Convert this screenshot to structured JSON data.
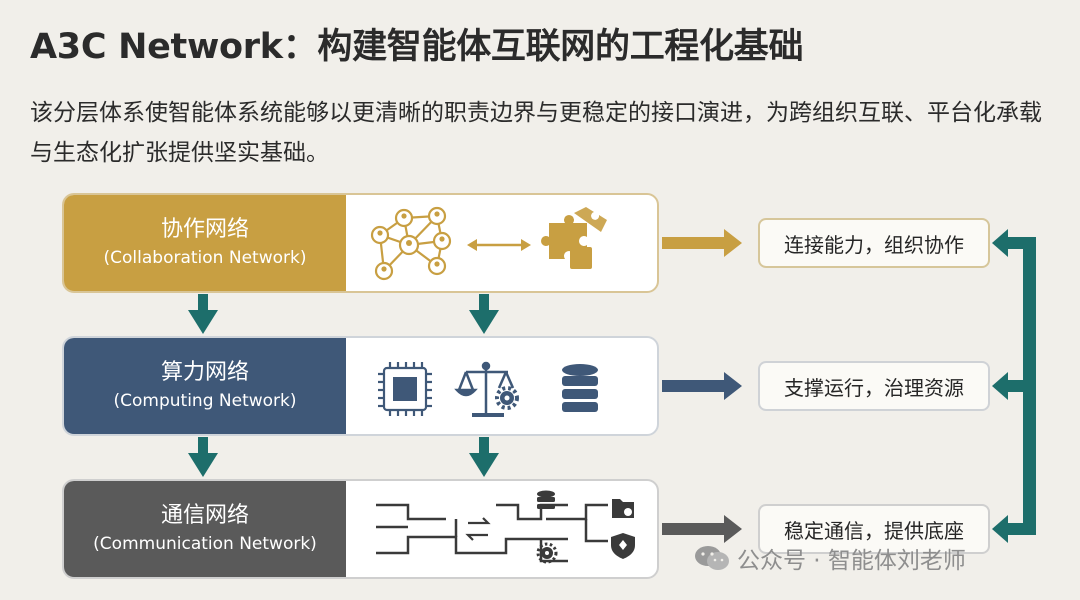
{
  "title": "A3C Network：构建智能体互联网的工程化基础",
  "subtitle": "该分层体系使智能体系统能够以更清晰的职责边界与更稳定的接口演进，为跨组织互联、平台化承载与生态化扩张提供坚实基础。",
  "layers": [
    {
      "name_cn": "协作网络",
      "name_en": "(Collaboration Network)",
      "result": "连接能力，组织协作",
      "color": "#c89f42"
    },
    {
      "name_cn": "算力网络",
      "name_en": "(Computing Network)",
      "result": "支撑运行，治理资源",
      "color": "#3f5878"
    },
    {
      "name_cn": "通信网络",
      "name_en": "(Communication Network)",
      "result": "稳定通信，提供底座",
      "color": "#5a5a5a"
    }
  ],
  "icons": {
    "collaboration": [
      "agent-network-icon",
      "bidirectional-arrow-icon",
      "puzzle-icon"
    ],
    "computing": [
      "chip-icon",
      "balance-scale-gear-icon",
      "database-icon"
    ],
    "communication": [
      "network-topology-icon",
      "swap-arrows-icon",
      "database-icon",
      "gear-icon",
      "folder-icon",
      "shield-icon"
    ]
  },
  "colors": {
    "teal": "#1d6e6b",
    "navy": "#3f5878",
    "gold": "#c89f42",
    "gray": "#5a5a5a"
  },
  "watermark": "公众号 · 智能体刘老师"
}
